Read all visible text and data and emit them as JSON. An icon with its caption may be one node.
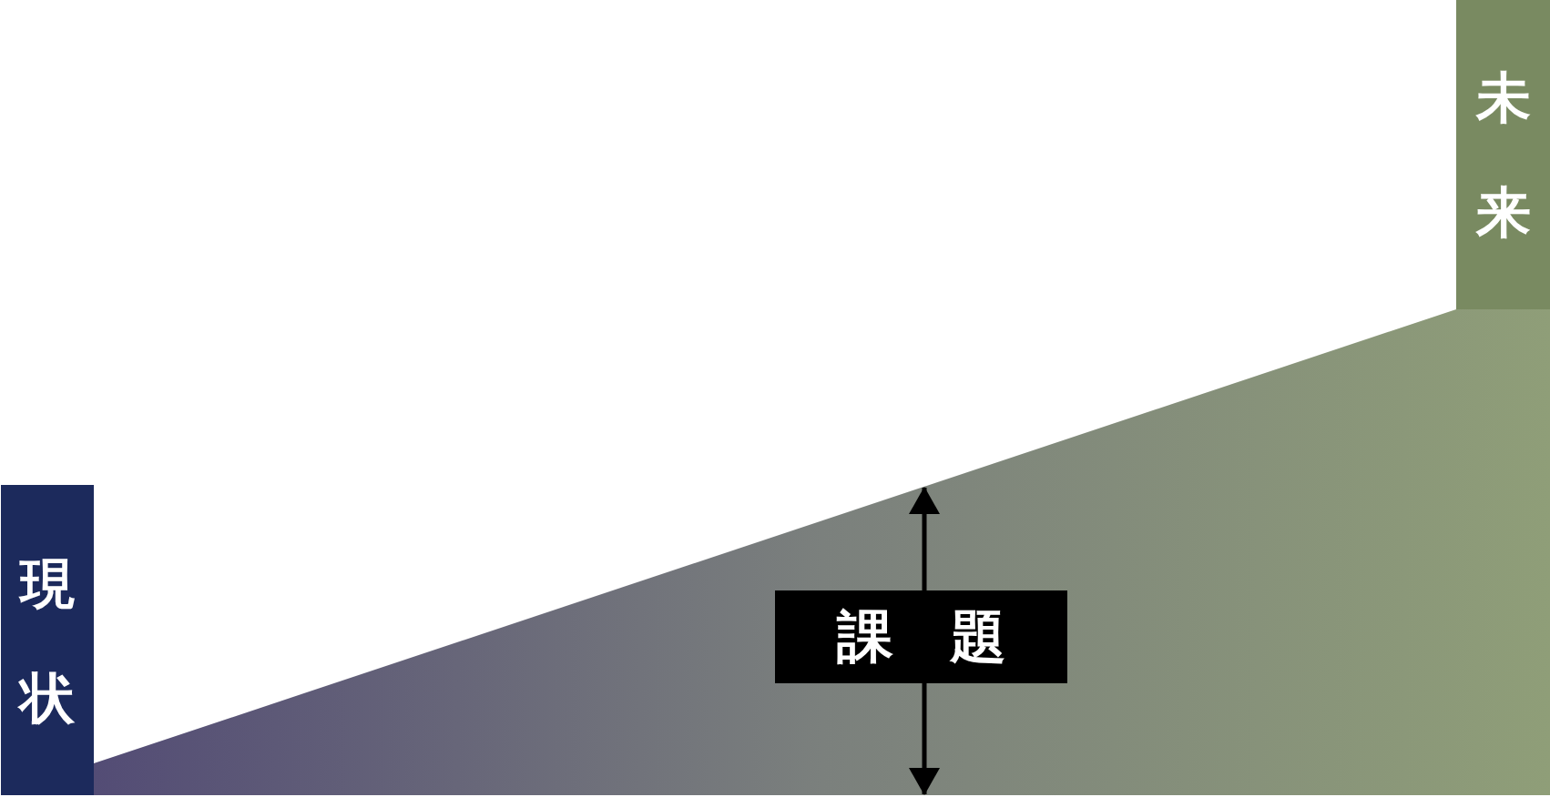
{
  "diagram": {
    "nodes": [
      {
        "text": [
          "現状"
        ]
      },
      {
        "text": [
          "未来"
        ]
      },
      {
        "text": [
          "課　題"
        ]
      }
    ]
  }
}
